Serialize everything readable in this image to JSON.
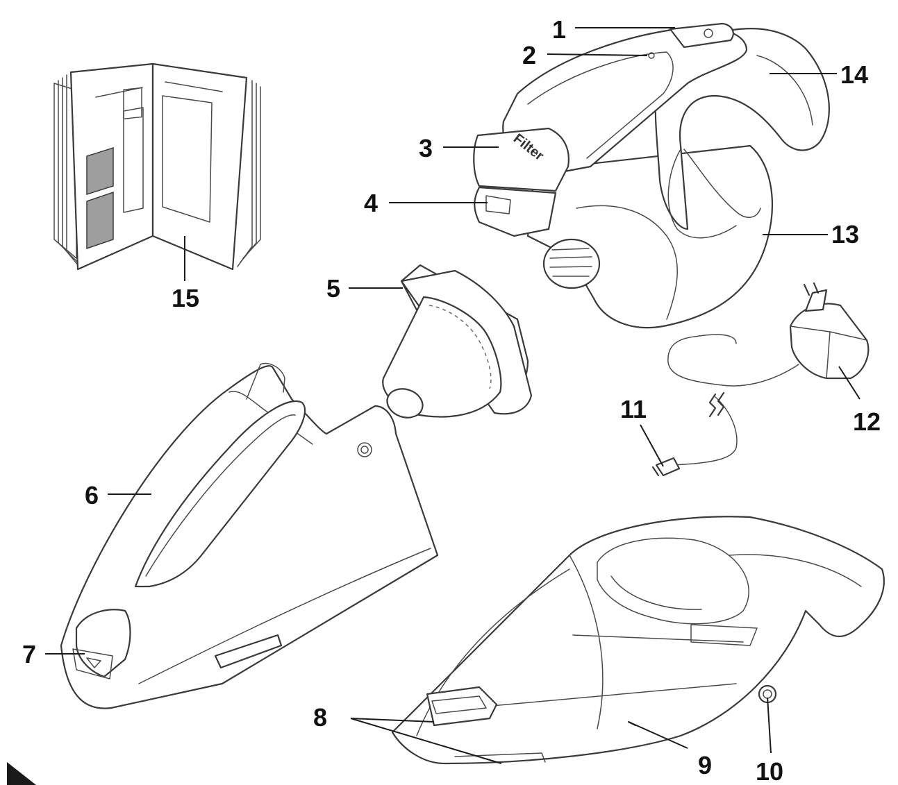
{
  "callouts": [
    {
      "id": "1",
      "label": "1"
    },
    {
      "id": "2",
      "label": "2"
    },
    {
      "id": "3",
      "label": "3"
    },
    {
      "id": "4",
      "label": "4"
    },
    {
      "id": "5",
      "label": "5"
    },
    {
      "id": "6",
      "label": "6"
    },
    {
      "id": "7",
      "label": "7"
    },
    {
      "id": "8",
      "label": "8"
    },
    {
      "id": "9",
      "label": "9"
    },
    {
      "id": "10",
      "label": "10"
    },
    {
      "id": "11",
      "label": "11"
    },
    {
      "id": "12",
      "label": "12"
    },
    {
      "id": "13",
      "label": "13"
    },
    {
      "id": "14",
      "label": "14"
    },
    {
      "id": "15",
      "label": "15"
    }
  ],
  "filter_cover_text": "Filter",
  "colors": {
    "line": "#3a3a3a",
    "text": "#111111",
    "manual_shade": "#9e9e9e",
    "background": "#ffffff"
  }
}
